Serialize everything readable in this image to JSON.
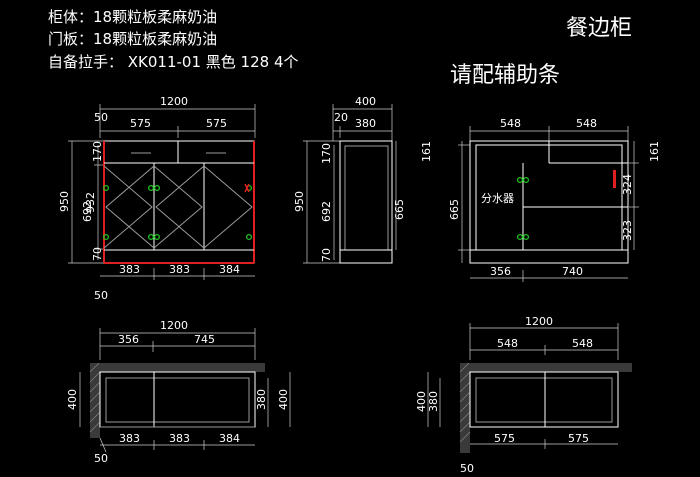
{
  "notes": {
    "cabinet_body": "柜体：18颗粒板柔麻奶油",
    "door_panel": "门板：18颗粒板柔麻奶油",
    "handle": "自备拉手：  XK011-01  黑色   128  4个",
    "title": "餐边柜",
    "trim": "请配辅助条"
  },
  "front": {
    "width": "1200",
    "side": "50",
    "left_half": "575",
    "right_half": "575",
    "height": "950",
    "inner_height": "932",
    "drawer": "170",
    "door": "692",
    "base": "70",
    "bottom_1": "383",
    "bottom_2": "383",
    "bottom_3": "384",
    "offset": "50"
  },
  "side": {
    "depth": "400",
    "front": "20",
    "inner_depth": "380",
    "height": "950",
    "drawer": "170",
    "door": "692",
    "base": "70",
    "inner_height": "665"
  },
  "interior": {
    "top_left": "548",
    "top_right": "548",
    "left_top": "161",
    "height": "665",
    "right_top": "161",
    "right_mid": "324",
    "right_low": "323",
    "water_label": "分水器",
    "bottom_left": "356",
    "bottom_right": "740"
  },
  "plan_left": {
    "width": "1200",
    "part_a": "356",
    "part_b": "745",
    "depth": "400",
    "inner": "380",
    "outer": "400",
    "bottom_1": "383",
    "bottom_2": "383",
    "bottom_3": "384",
    "offset": "50"
  },
  "plan_right": {
    "width": "1200",
    "part_a": "548",
    "part_b": "548",
    "depth": "400",
    "inner": "380",
    "bottom_1": "575",
    "bottom_2": "575",
    "offset": "50"
  }
}
